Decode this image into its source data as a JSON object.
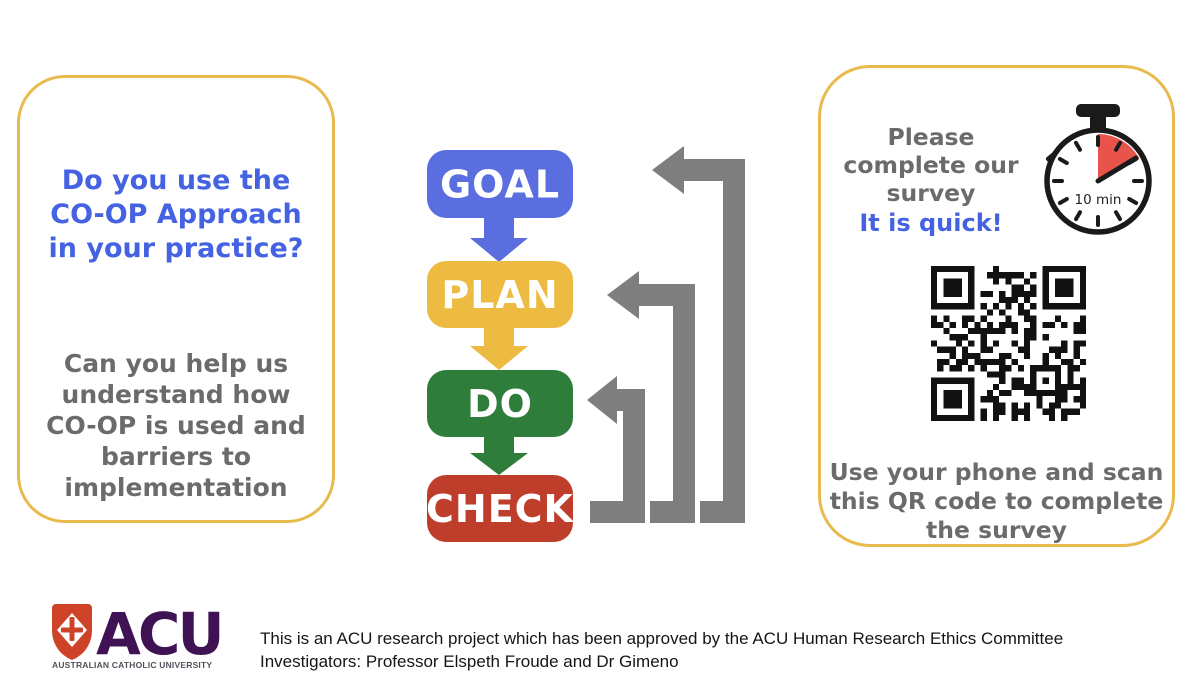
{
  "colors": {
    "panel_border": "#E9BA4E",
    "heading_blue": "#4462E1",
    "body_gray": "#6B6B6B",
    "arrow_gray": "#7E7E7E",
    "goal_blue": "#5A6EDF",
    "plan_yellow": "#EDBB42",
    "do_green": "#2E7D3B",
    "check_red": "#BF3E2B",
    "timer_red": "#E8544B",
    "acu_purple": "#3F1254",
    "acu_red": "#CE4327"
  },
  "left_panel": {
    "heading_lines": [
      "Do you use the",
      "CO-OP Approach",
      "in your practice?"
    ],
    "body_lines": [
      "Can you help us",
      "understand how",
      "CO-OP is used and",
      "barriers to",
      "implementation"
    ]
  },
  "flowchart": {
    "steps": [
      {
        "label": "GOAL",
        "color": "#5A6EDF"
      },
      {
        "label": "PLAN",
        "color": "#EDBB42"
      },
      {
        "label": "DO",
        "color": "#2E7D3B"
      },
      {
        "label": "CHECK",
        "color": "#BF3E2B"
      }
    ],
    "feedback_arrow_color": "#7E7E7E"
  },
  "right_panel": {
    "request_lines": [
      "Please",
      "complete our",
      "survey"
    ],
    "emphasis": "It is quick!",
    "timer_icon": "stopwatch-icon",
    "timer_label": "10 min",
    "qr_icon": "qr-code",
    "instruction_lines": [
      "Use your phone and scan",
      "this QR code to complete",
      "the survey"
    ]
  },
  "footer": {
    "logo_icon": "acu-shield-icon",
    "logo_acronym": "ACU",
    "logo_name": "AUSTRALIAN CATHOLIC UNIVERSITY",
    "line1": "This is an ACU research project which has been approved by the ACU Human Research Ethics Committee",
    "line2": "Investigators: Professor Elspeth Froude and Dr Gimeno"
  }
}
